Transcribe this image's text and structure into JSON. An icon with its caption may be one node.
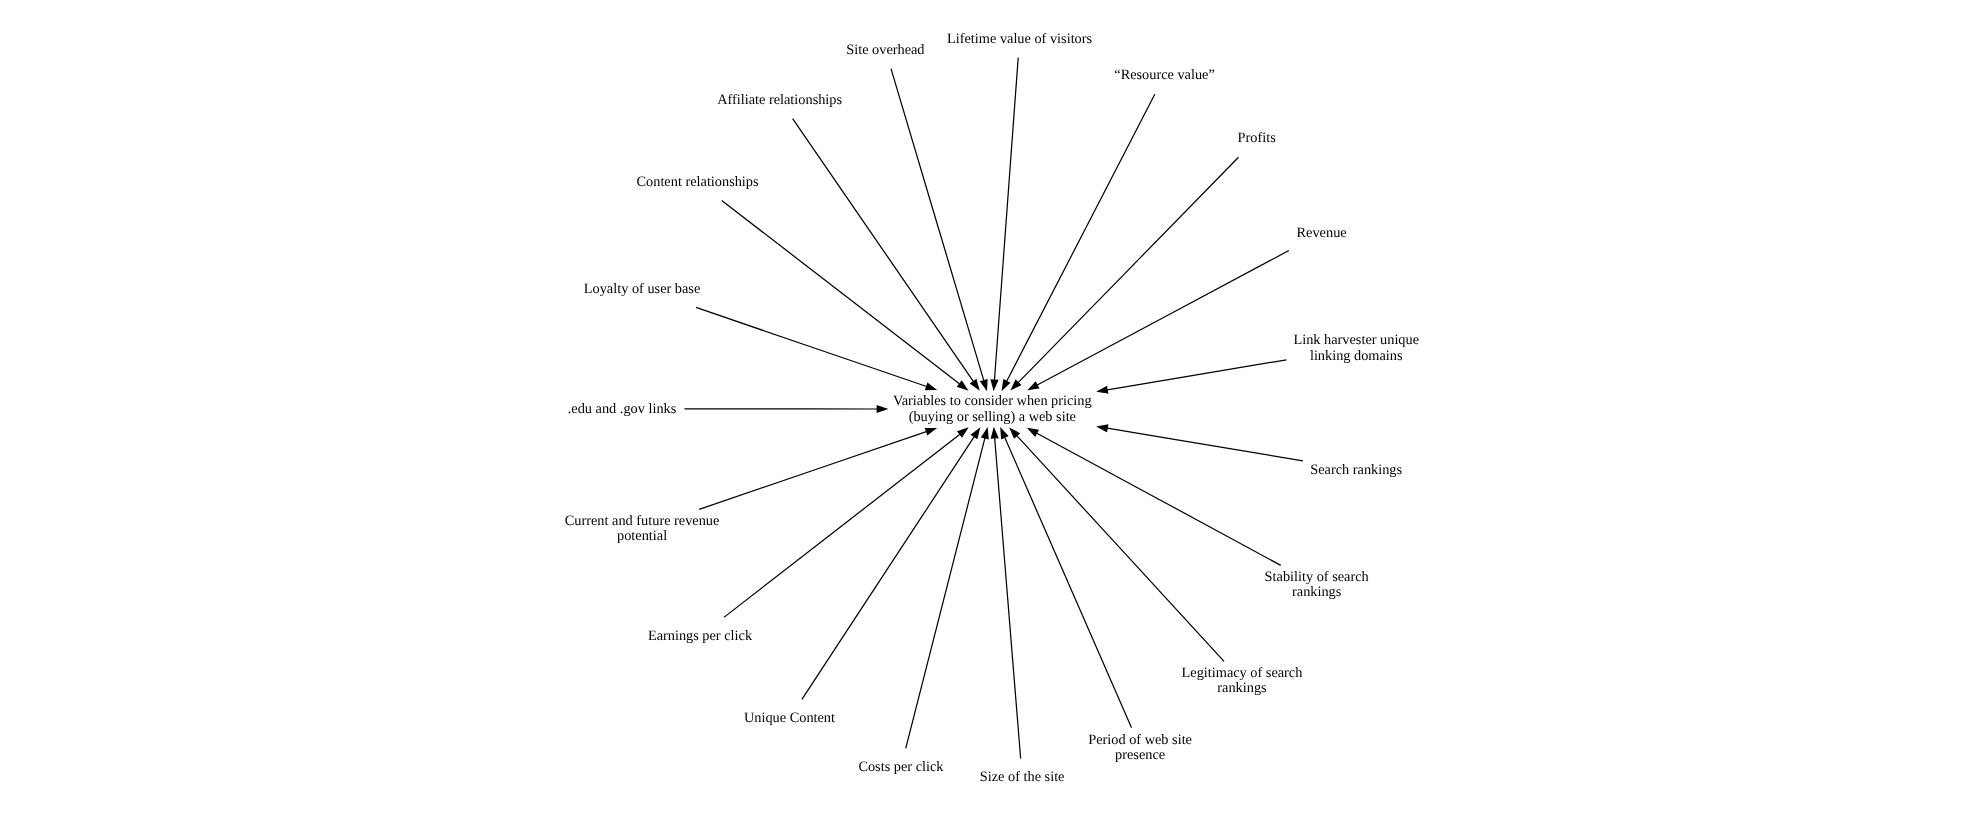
{
  "diagram": {
    "nodes": [
      {
        "text": [
          "Variables to consider when pricing (buying or selling) a web site"
        ]
      },
      {
        "text": [
          "Link harvester unique linking domains"
        ]
      },
      {
        "text": [
          "Revenue"
        ]
      },
      {
        "text": [
          "Profits"
        ]
      },
      {
        "text": [
          "“Resource value”"
        ]
      },
      {
        "text": [
          "Lifetime value of visitors"
        ]
      },
      {
        "text": [
          "Site overhead"
        ]
      },
      {
        "text": [
          "Affiliate relationships"
        ]
      },
      {
        "text": [
          "Content relationships"
        ]
      },
      {
        "text": [
          "Loyalty of user base"
        ]
      },
      {
        "text": [
          ".edu and .gov links"
        ]
      },
      {
        "text": [
          "Current and future revenue potential"
        ]
      },
      {
        "text": [
          "Earnings per click"
        ]
      },
      {
        "text": [
          "Unique Content"
        ]
      },
      {
        "text": [
          "Costs per click"
        ]
      },
      {
        "text": [
          "Size of the site"
        ]
      },
      {
        "text": [
          "Period of web site presence"
        ]
      },
      {
        "text": [
          "Legitimacy of search rankings"
        ]
      },
      {
        "text": [
          "Stability of search rankings"
        ]
      },
      {
        "text": [
          "Search rankings"
        ]
      }
    ],
    "edges": [
      {
        "from": 1,
        "to": 0,
        "arrow": "to"
      },
      {
        "from": 2,
        "to": 0,
        "arrow": "to"
      },
      {
        "from": 3,
        "to": 0,
        "arrow": "to"
      },
      {
        "from": 4,
        "to": 0,
        "arrow": "to"
      },
      {
        "from": 5,
        "to": 0,
        "arrow": "to"
      },
      {
        "from": 6,
        "to": 0,
        "arrow": "to"
      },
      {
        "from": 7,
        "to": 0,
        "arrow": "to"
      },
      {
        "from": 8,
        "to": 0,
        "arrow": "to"
      },
      {
        "from": 9,
        "to": 0,
        "arrow": "to"
      },
      {
        "from": 10,
        "to": 0,
        "arrow": "to"
      },
      {
        "from": 11,
        "to": 0,
        "arrow": "to"
      },
      {
        "from": 12,
        "to": 0,
        "arrow": "to"
      },
      {
        "from": 13,
        "to": 0,
        "arrow": "to"
      },
      {
        "from": 14,
        "to": 0,
        "arrow": "to"
      },
      {
        "from": 15,
        "to": 0,
        "arrow": "to"
      },
      {
        "from": 16,
        "to": 0,
        "arrow": "to"
      },
      {
        "from": 17,
        "to": 0,
        "arrow": "to"
      },
      {
        "from": 18,
        "to": 0,
        "arrow": "to"
      },
      {
        "from": 19,
        "to": 0,
        "arrow": "to"
      }
    ]
  }
}
